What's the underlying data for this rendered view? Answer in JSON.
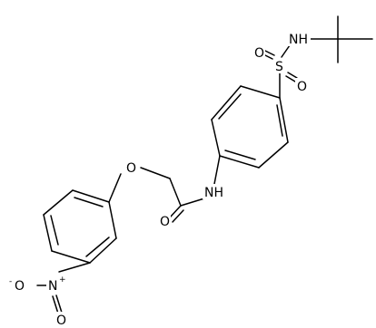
{
  "molecule": {
    "atoms": {
      "sulfonamide_nh": "NH",
      "sulfur": "S",
      "sulfonyl_o_upper": "O",
      "sulfonyl_o_lower": "O",
      "amide_nh": "NH",
      "carbonyl_o": "O",
      "ether_o": "O",
      "nitro_o_minus": "O",
      "nitro_o_minus_charge": "-",
      "nitro_n": "N",
      "nitro_n_charge": "+",
      "nitro_o_double": "O"
    }
  }
}
